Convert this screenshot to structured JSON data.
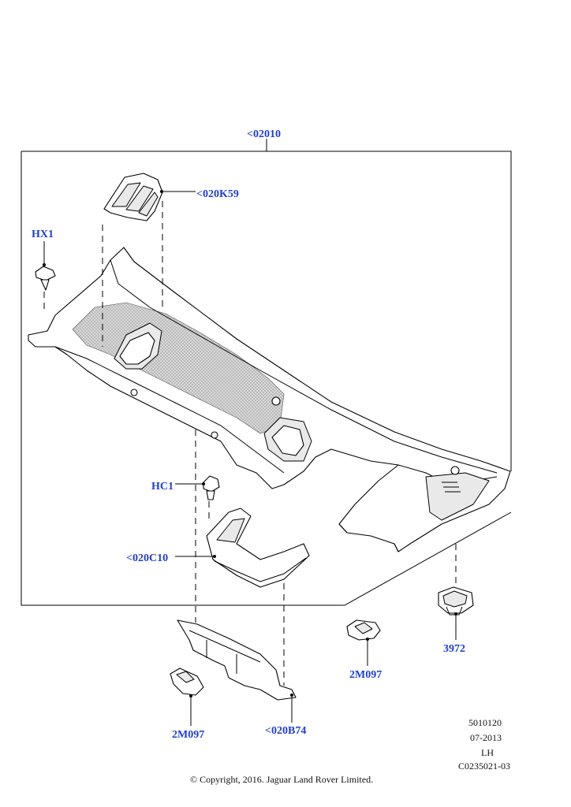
{
  "labels": {
    "assembly": "<02010",
    "cover": "<020K59",
    "hx1": "HX1",
    "hc1": "HC1",
    "duct": "<020C10",
    "bracket": "<020B74",
    "grommet_right": "3972",
    "clip_mid": "2M097",
    "clip_left": "2M097"
  },
  "footer": {
    "code1": "5010120",
    "date": "07-2013",
    "side": "LH",
    "code2": "C0235021-03",
    "copyright": "© Copyright, 2016. Jaguar Land Rover Limited."
  }
}
